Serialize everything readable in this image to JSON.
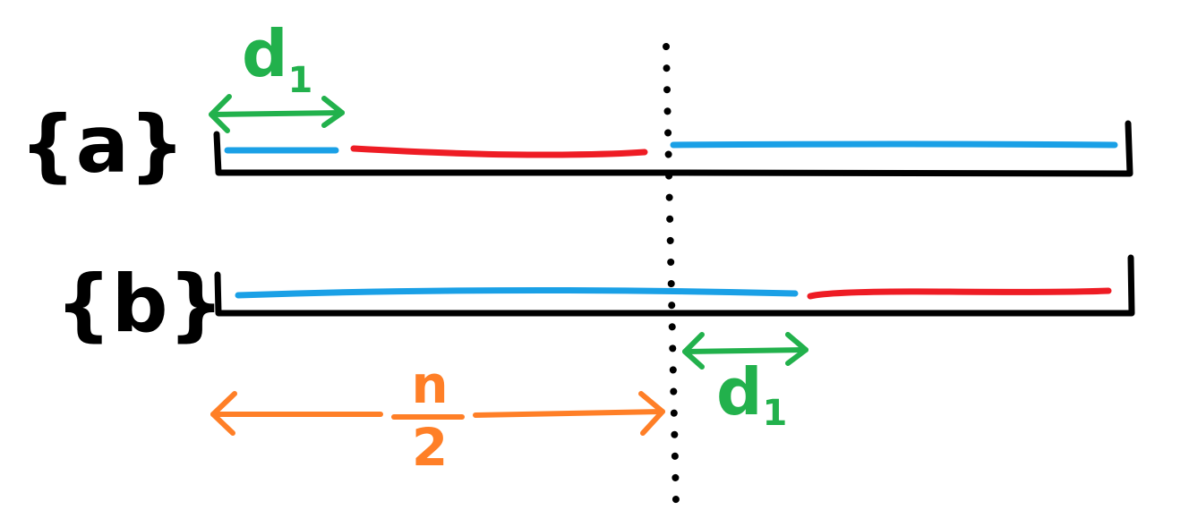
{
  "row_a": {
    "label": "{a}",
    "segment_colors": [
      "blue",
      "red",
      "blue"
    ]
  },
  "row_b": {
    "label": "{b}",
    "segment_colors": [
      "blue",
      "red"
    ]
  },
  "annotations": {
    "d1_top": {
      "base": "d",
      "subscript": "1"
    },
    "d1_bottom": {
      "base": "d",
      "subscript": "1"
    },
    "half": {
      "numerator": "n",
      "denominator": "2"
    }
  },
  "colors": {
    "ink": "#000000",
    "blue": "#1aa0e6",
    "red": "#ee1c24",
    "green": "#22b14c",
    "orange": "#ff7f27",
    "background": "#ffffff"
  }
}
